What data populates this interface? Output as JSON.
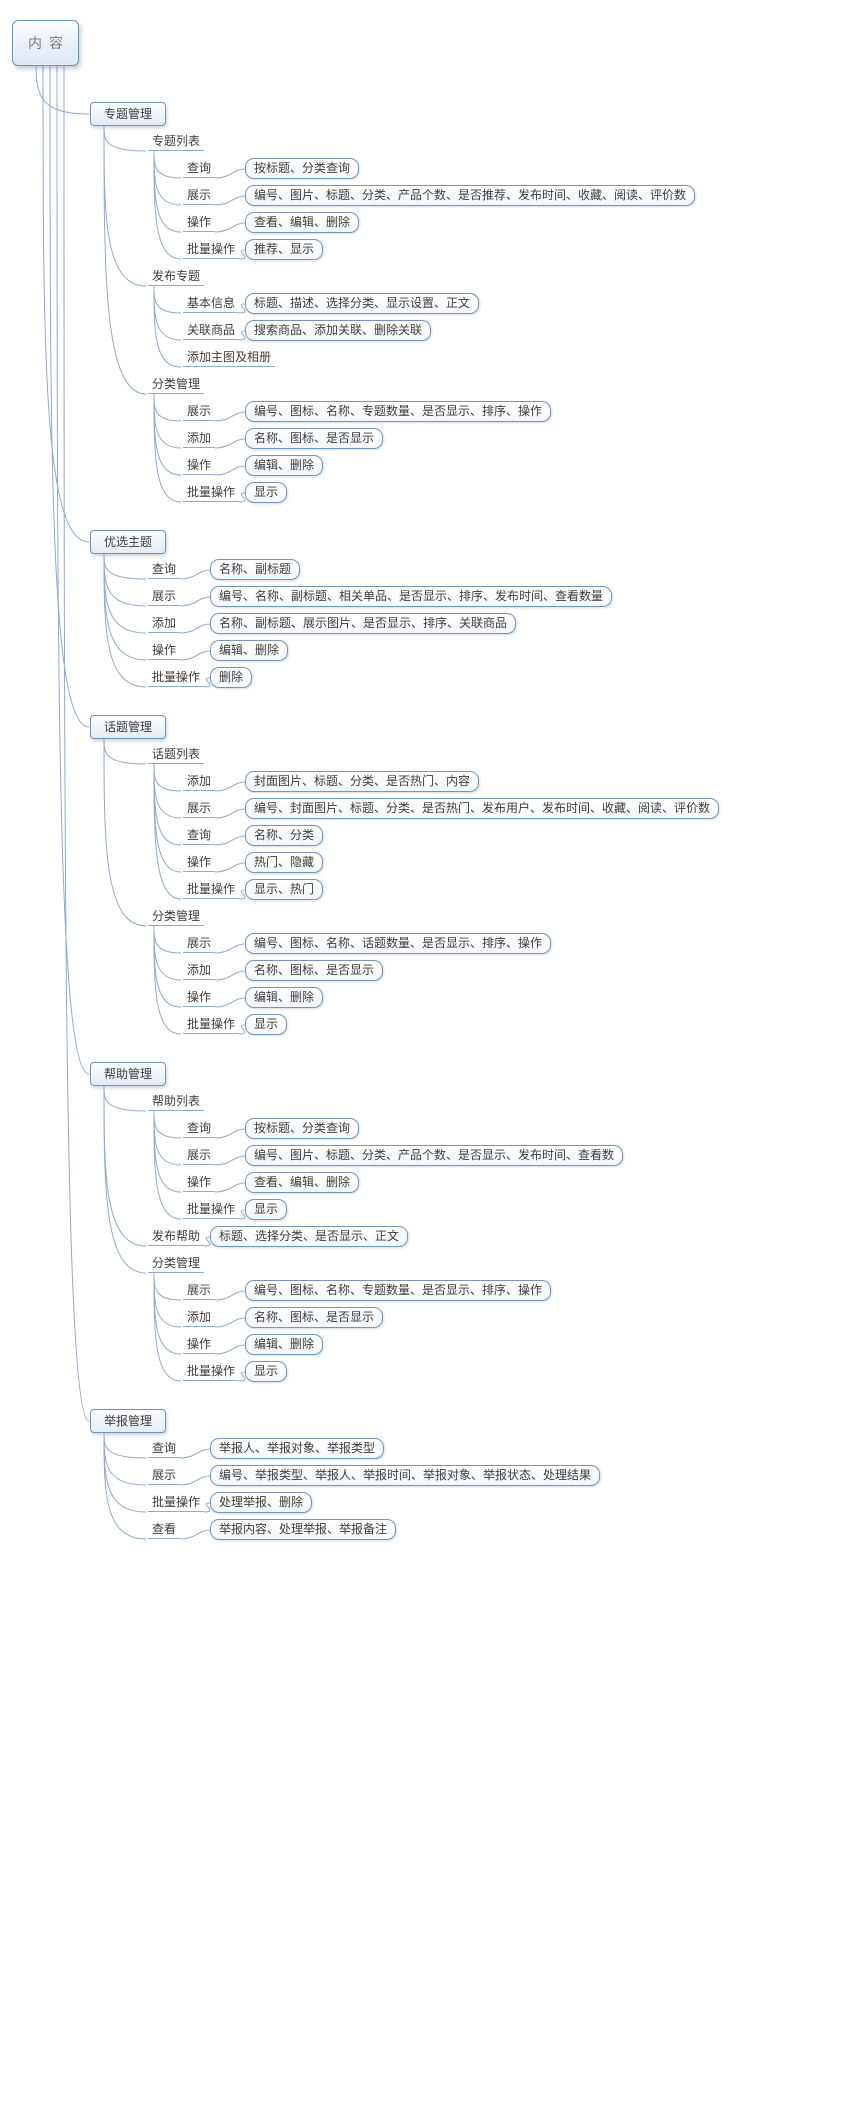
{
  "mindmap": {
    "palette": {
      "connector_line": "#90ABC9",
      "node_border": "#6E94BA",
      "node_fill_light": "#E3ECF5",
      "text_color": "#3C3C3C"
    },
    "root": {
      "text": "内容",
      "type": "root",
      "children": [
        {
          "text": "专题管理",
          "type": "branch",
          "children": [
            {
              "text": "专题列表",
              "type": "topic",
              "children": [
                {
                  "text": "查询",
                  "type": "topic",
                  "children": [
                    {
                      "text": "按标题、分类查询",
                      "type": "detail"
                    }
                  ]
                },
                {
                  "text": "展示",
                  "type": "topic",
                  "children": [
                    {
                      "text": "编号、图片、标题、分类、产品个数、是否推荐、发布时间、收藏、阅读、评价数",
                      "type": "detail"
                    }
                  ]
                },
                {
                  "text": "操作",
                  "type": "topic",
                  "children": [
                    {
                      "text": "查看、编辑、删除",
                      "type": "detail"
                    }
                  ]
                },
                {
                  "text": "批量操作",
                  "type": "topic",
                  "children": [
                    {
                      "text": "推荐、显示",
                      "type": "detail"
                    }
                  ]
                }
              ]
            },
            {
              "text": "发布专题",
              "type": "topic",
              "children": [
                {
                  "text": "基本信息",
                  "type": "topic",
                  "children": [
                    {
                      "text": "标题、描述、选择分类、显示设置、正文",
                      "type": "detail"
                    }
                  ]
                },
                {
                  "text": "关联商品",
                  "type": "topic",
                  "children": [
                    {
                      "text": "搜索商品、添加关联、删除关联",
                      "type": "detail"
                    }
                  ]
                },
                {
                  "text": "添加主图及相册",
                  "type": "topic",
                  "children": []
                }
              ]
            },
            {
              "text": "分类管理",
              "type": "topic",
              "children": [
                {
                  "text": "展示",
                  "type": "topic",
                  "children": [
                    {
                      "text": "编号、图标、名称、专题数量、是否显示、排序、操作",
                      "type": "detail"
                    }
                  ]
                },
                {
                  "text": "添加",
                  "type": "topic",
                  "children": [
                    {
                      "text": "名称、图标、是否显示",
                      "type": "detail"
                    }
                  ]
                },
                {
                  "text": "操作",
                  "type": "topic",
                  "children": [
                    {
                      "text": "编辑、删除",
                      "type": "detail"
                    }
                  ]
                },
                {
                  "text": "批量操作",
                  "type": "topic",
                  "children": [
                    {
                      "text": "显示",
                      "type": "detail"
                    }
                  ]
                }
              ]
            }
          ]
        },
        {
          "text": "优选主题",
          "type": "branch",
          "children": [
            {
              "text": "查询",
              "type": "topic",
              "children": [
                {
                  "text": "名称、副标题",
                  "type": "detail"
                }
              ]
            },
            {
              "text": "展示",
              "type": "topic",
              "children": [
                {
                  "text": "编号、名称、副标题、相关单品、是否显示、排序、发布时间、查看数量",
                  "type": "detail"
                }
              ]
            },
            {
              "text": "添加",
              "type": "topic",
              "children": [
                {
                  "text": "名称、副标题、展示图片、是否显示、排序、关联商品",
                  "type": "detail"
                }
              ]
            },
            {
              "text": "操作",
              "type": "topic",
              "children": [
                {
                  "text": "编辑、删除",
                  "type": "detail"
                }
              ]
            },
            {
              "text": "批量操作",
              "type": "topic",
              "children": [
                {
                  "text": "删除",
                  "type": "detail"
                }
              ]
            }
          ]
        },
        {
          "text": "话题管理",
          "type": "branch",
          "children": [
            {
              "text": "话题列表",
              "type": "topic",
              "children": [
                {
                  "text": "添加",
                  "type": "topic",
                  "children": [
                    {
                      "text": "封面图片、标题、分类、是否热门、内容",
                      "type": "detail"
                    }
                  ]
                },
                {
                  "text": "展示",
                  "type": "topic",
                  "children": [
                    {
                      "text": "编号、封面图片、标题、分类、是否热门、发布用户、发布时间、收藏、阅读、评价数",
                      "type": "detail"
                    }
                  ]
                },
                {
                  "text": "查询",
                  "type": "topic",
                  "children": [
                    {
                      "text": "名称、分类",
                      "type": "detail"
                    }
                  ]
                },
                {
                  "text": "操作",
                  "type": "topic",
                  "children": [
                    {
                      "text": "热门、隐藏",
                      "type": "detail"
                    }
                  ]
                },
                {
                  "text": "批量操作",
                  "type": "topic",
                  "children": [
                    {
                      "text": "显示、热门",
                      "type": "detail"
                    }
                  ]
                }
              ]
            },
            {
              "text": "分类管理",
              "type": "topic",
              "children": [
                {
                  "text": "展示",
                  "type": "topic",
                  "children": [
                    {
                      "text": "编号、图标、名称、话题数量、是否显示、排序、操作",
                      "type": "detail"
                    }
                  ]
                },
                {
                  "text": "添加",
                  "type": "topic",
                  "children": [
                    {
                      "text": "名称、图标、是否显示",
                      "type": "detail"
                    }
                  ]
                },
                {
                  "text": "操作",
                  "type": "topic",
                  "children": [
                    {
                      "text": "编辑、删除",
                      "type": "detail"
                    }
                  ]
                },
                {
                  "text": "批量操作",
                  "type": "topic",
                  "children": [
                    {
                      "text": "显示",
                      "type": "detail"
                    }
                  ]
                }
              ]
            }
          ]
        },
        {
          "text": "帮助管理",
          "type": "branch",
          "children": [
            {
              "text": "帮助列表",
              "type": "topic",
              "children": [
                {
                  "text": "查询",
                  "type": "topic",
                  "children": [
                    {
                      "text": "按标题、分类查询",
                      "type": "detail"
                    }
                  ]
                },
                {
                  "text": "展示",
                  "type": "topic",
                  "children": [
                    {
                      "text": "编号、图片、标题、分类、产品个数、是否显示、发布时间、查看数",
                      "type": "detail"
                    }
                  ]
                },
                {
                  "text": "操作",
                  "type": "topic",
                  "children": [
                    {
                      "text": "查看、编辑、删除",
                      "type": "detail"
                    }
                  ]
                },
                {
                  "text": "批量操作",
                  "type": "topic",
                  "children": [
                    {
                      "text": "显示",
                      "type": "detail"
                    }
                  ]
                }
              ]
            },
            {
              "text": "发布帮助",
              "type": "topic",
              "children": [
                {
                  "text": "标题、选择分类、是否显示、正文",
                  "type": "detail"
                }
              ]
            },
            {
              "text": "分类管理",
              "type": "topic",
              "children": [
                {
                  "text": "展示",
                  "type": "topic",
                  "children": [
                    {
                      "text": "编号、图标、名称、专题数量、是否显示、排序、操作",
                      "type": "detail"
                    }
                  ]
                },
                {
                  "text": "添加",
                  "type": "topic",
                  "children": [
                    {
                      "text": "名称、图标、是否显示",
                      "type": "detail"
                    }
                  ]
                },
                {
                  "text": "操作",
                  "type": "topic",
                  "children": [
                    {
                      "text": "编辑、删除",
                      "type": "detail"
                    }
                  ]
                },
                {
                  "text": "批量操作",
                  "type": "topic",
                  "children": [
                    {
                      "text": "显示",
                      "type": "detail"
                    }
                  ]
                }
              ]
            }
          ]
        },
        {
          "text": "举报管理",
          "type": "branch",
          "children": [
            {
              "text": "查询",
              "type": "topic",
              "children": [
                {
                  "text": "举报人、举报对象、举报类型",
                  "type": "detail"
                }
              ]
            },
            {
              "text": "展示",
              "type": "topic",
              "children": [
                {
                  "text": "编号、举报类型、举报人、举报时间、举报对象、举报状态、处理结果",
                  "type": "detail"
                }
              ]
            },
            {
              "text": "批量操作",
              "type": "topic",
              "children": [
                {
                  "text": "处理举报、删除",
                  "type": "detail"
                }
              ]
            },
            {
              "text": "查看",
              "type": "topic",
              "children": [
                {
                  "text": "举报内容、处理举报、举报备注",
                  "type": "detail"
                }
              ]
            }
          ]
        }
      ]
    }
  }
}
